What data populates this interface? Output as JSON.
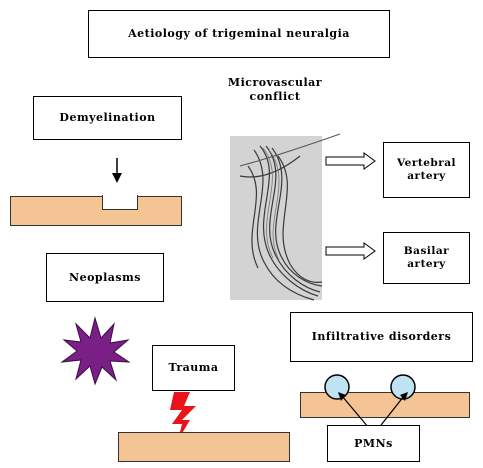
{
  "title": "Aetiology of trigeminal neuralgia",
  "nodes": {
    "demyelination": "Demyelination",
    "microvascular_conflict": "Microvascular conflict",
    "vertebral_artery": "Vertebral artery",
    "basilar_artery": "Basilar artery",
    "neoplasms": "Neoplasms",
    "trauma": "Trauma",
    "infiltrative_disorders": "Infiltrative disorders",
    "pmns": "PMNs"
  },
  "colors": {
    "tissue": "#f4c495",
    "neoplasm_star": "#7a1f86",
    "lightning": "#e8131b",
    "pmn_cell": "#bfe3f2"
  },
  "icons": {
    "neoplasm": "starburst-icon",
    "trauma": "lightning-bolt-icon",
    "pmn": "cell-circle-icon"
  }
}
